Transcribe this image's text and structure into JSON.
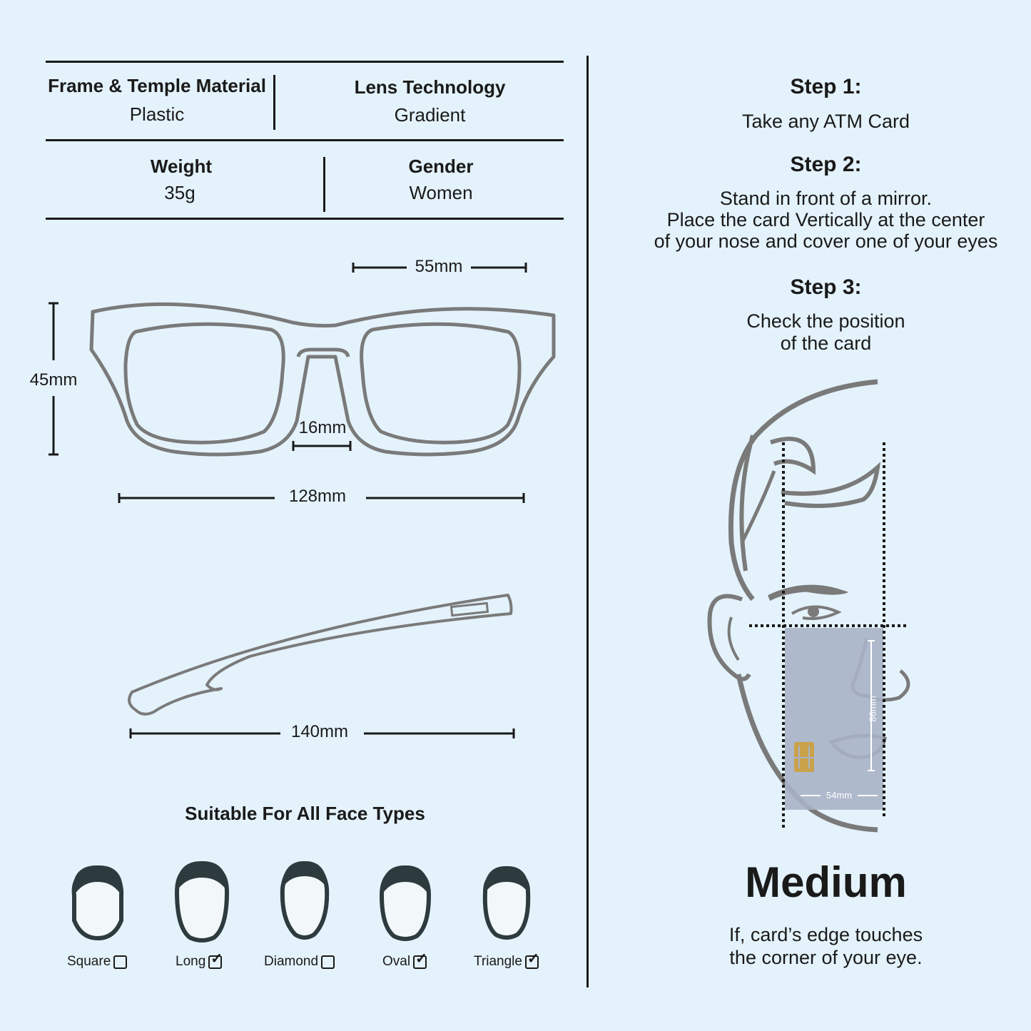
{
  "specs": {
    "frame_label": "Frame & Temple Material",
    "frame_value": "Plastic",
    "lens_label": "Lens Technology",
    "lens_value": "Gradient",
    "weight_label": "Weight",
    "weight_value": "35g",
    "gender_label": "Gender",
    "gender_value": "Women"
  },
  "dimensions": {
    "lens_width": "55mm",
    "lens_height": "45mm",
    "bridge": "16mm",
    "frame_width": "128mm",
    "temple_length": "140mm"
  },
  "face_types": {
    "title": "Suitable For All Face Types",
    "items": [
      {
        "label": "Square",
        "checked": false
      },
      {
        "label": "Long",
        "checked": true
      },
      {
        "label": "Diamond",
        "checked": false
      },
      {
        "label": "Oval",
        "checked": true
      },
      {
        "label": "Triangle",
        "checked": true
      }
    ]
  },
  "steps": {
    "step1_title": "Step 1:",
    "step1_text": "Take any ATM Card",
    "step2_title": "Step 2:",
    "step2_line1": "Stand in front of a mirror.",
    "step2_line2": "Place the card Vertically at the center",
    "step2_line3": "of your nose and cover one of your eyes",
    "step3_title": "Step 3:",
    "step3_line1": "Check the position",
    "step3_line2": "of the card"
  },
  "card": {
    "height_label": "86mm",
    "width_label": "54mm"
  },
  "result": {
    "size": "Medium",
    "line1": "If, card’s edge touches",
    "line2": "the corner of your eye."
  },
  "colors": {
    "background": "#e4f2fb",
    "frame_stroke": "#7a7a7a",
    "card_fill": "#a8b2c6",
    "chip": "#c9a24a",
    "face_dark": "#2d3b3f"
  }
}
